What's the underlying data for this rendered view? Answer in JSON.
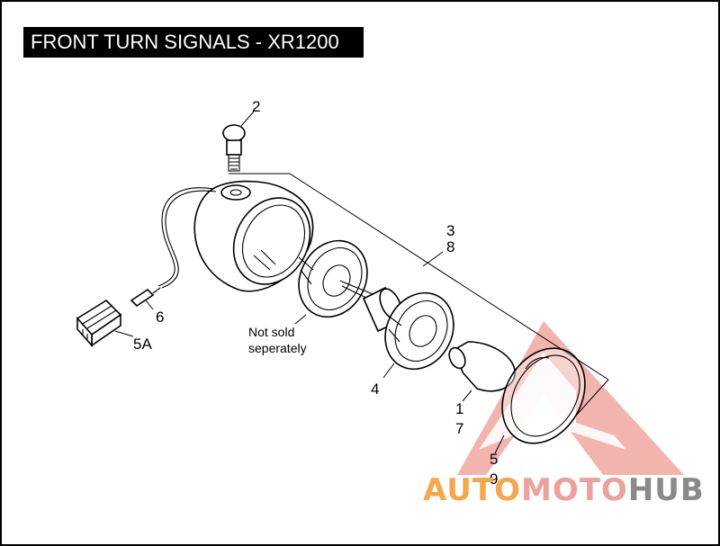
{
  "title": "FRONT TURN SIGNALS - XR1200",
  "callouts": {
    "c2": "2",
    "c3": "3",
    "c8": "8",
    "c6": "6",
    "c5a": "5A",
    "c4": "4",
    "c1": "1",
    "c7": "7",
    "c5": "5",
    "c9": "9"
  },
  "note_line1": "Not sold",
  "note_line2": "seperately",
  "watermark": {
    "part_a": "AUTO",
    "part_b": "MOTO",
    "part_c": "HUB",
    "color_a": "#f5a74d",
    "color_b": "#eaa29a",
    "color_c": "#8a8a8a",
    "logo_color": "#e9897f"
  }
}
